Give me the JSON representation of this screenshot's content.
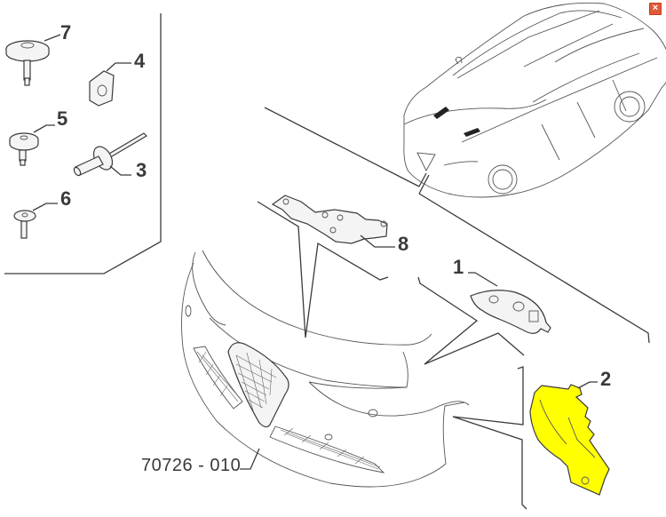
{
  "window": {
    "close_icon": "close-x-icon",
    "close_label": "×"
  },
  "diagram": {
    "reference_number": "70726 - 010",
    "highlight_color": "#ffff00",
    "line_color": "#3a3a3a",
    "callouts": [
      {
        "id": "1",
        "label": "1",
        "part": "bracket-right-side"
      },
      {
        "id": "2",
        "label": "2",
        "part": "bracket-highlighted",
        "highlighted": true
      },
      {
        "id": "3",
        "label": "3",
        "part": "rivet"
      },
      {
        "id": "4",
        "label": "4",
        "part": "clip-nut"
      },
      {
        "id": "5",
        "label": "5",
        "part": "screw-flange"
      },
      {
        "id": "6",
        "label": "6",
        "part": "screw-small"
      },
      {
        "id": "7",
        "label": "7",
        "part": "screw-wide-washer"
      },
      {
        "id": "8",
        "label": "8",
        "part": "center-bracket"
      }
    ]
  }
}
